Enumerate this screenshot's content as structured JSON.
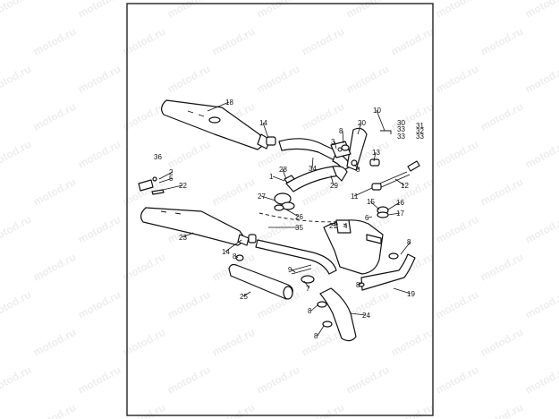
{
  "watermark": "motod.ru",
  "callouts": [
    "1",
    "2",
    "3",
    "4",
    "5",
    "6",
    "7",
    "8",
    "9",
    "10",
    "11",
    "12",
    "13",
    "14",
    "15",
    "16",
    "17",
    "18",
    "19",
    "20",
    "21",
    "22",
    "23",
    "24",
    "25",
    "26",
    "27",
    "28",
    "29",
    "30",
    "31",
    "32",
    "33",
    "34",
    "35",
    "36"
  ],
  "colors": {
    "ink": "#111111",
    "paper": "#ffffff"
  }
}
